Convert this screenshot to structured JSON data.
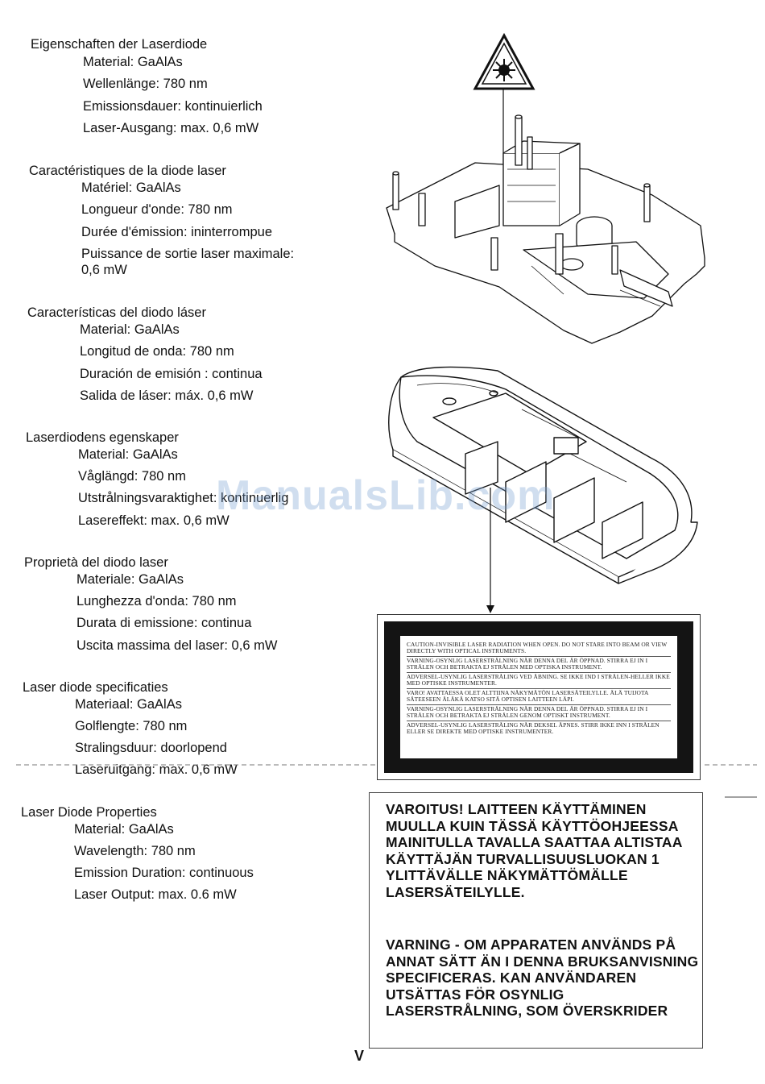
{
  "sections": [
    {
      "title": "Eigenschaften der Laserdiode",
      "lines": [
        "Material: GaAlAs",
        "Wellenlänge: 780 nm",
        "Emissionsdauer: kontinuierlich",
        "Laser-Ausgang: max. 0,6 mW"
      ]
    },
    {
      "title": "Caractéristiques de la diode laser",
      "lines": [
        "Matériel: GaAlAs",
        "Longueur d'onde: 780 nm",
        "Durée d'émission: ininterrompue",
        "Puissance de sortie laser maximale:",
        "0,6 mW"
      ]
    },
    {
      "title": "Características del diodo láser",
      "lines": [
        "Material: GaAlAs",
        "Longitud de onda: 780 nm",
        "Duración de emisión : continua",
        "Salida de láser: máx. 0,6 mW"
      ]
    },
    {
      "title": "Laserdiodens egenskaper",
      "lines": [
        "Material: GaAlAs",
        "Våglängd: 780 nm",
        "Utstrålningsvaraktighet: kontinuerlig",
        "Lasereffekt: max. 0,6 mW"
      ]
    },
    {
      "title": "Proprietà del diodo laser",
      "lines": [
        "Materiale: GaAlAs",
        "Lunghezza d'onda: 780 nm",
        "Durata di emissione: continua",
        "Uscita massima del laser: 0,6 mW"
      ]
    },
    {
      "title": "Laser diode specificaties",
      "lines": [
        "Materiaal: GaAlAs",
        "Golflengte: 780 nm",
        "Stralingsduur: doorlopend",
        "Laseruitgang: max. 0,6 mW"
      ]
    },
    {
      "title": "Laser Diode Properties",
      "lines": [
        "Material: GaAlAs",
        "Wavelength: 780 nm",
        "Emission Duration: continuous",
        "Laser Output: max. 0.6 mW"
      ]
    }
  ],
  "caution_label": {
    "lines": [
      "CAUTION-INVISIBLE LASER RADIATION WHEN OPEN. DO NOT STARE INTO BEAM OR VIEW DIRECTLY WITH OPTICAL INSTRUMENTS.",
      "VARNING-OSYNLIG LASERSTRÅLNING NÄR DENNA DEL ÄR ÖPPNAD. STIRRA EJ IN I STRÅLEN OCH BETRAKTA EJ STRÅLEN MED OPTISKA INSTRUMENT.",
      "ADVERSEL-USYNLIG LASERSTRÅLING VED ÅBNING. SE IKKE IND I STRÅLEN-HELLER IKKE MED OPTISKE INSTRUMENTER.",
      "VARO! AVATTAESSA OLET ALTTIINA NÄKYMÄTÖN LASERSÄTEILYLLE. ÄLÄ TUIJOTA SÄTEESEEN ÄLÄKÄ KATSO SITÄ OPTISEN LAITTEEN LÄPI.",
      "VARNING-OSYNLIG LASERSTRÅLNING NÄR DENNA DEL ÄR ÖPPNAD. STIRRA EJ IN I STRÅLEN OCH BETRAKTA EJ STRÅLEN GENOM OPTISKT INSTRUMENT.",
      "ADVERSEL-USYNLIG LASERSTRÅLING NÅR DEKSEL ÅPNES. STIRR IKKE INN I STRÅLEN ELLER SE DIREKTE MED OPTISKE INSTRUMENTER."
    ]
  },
  "warnings": {
    "finnish": "VAROITUS! LAITTEEN KÄYTTÄMINEN MUULLA KUIN TÄSSÄ KÄYTTÖOHJEESSA MAINITULLA TAVALLA SAATTAA ALTISTAA KÄYTTÄJÄN TURVALLISUUSLUOKAN 1 YLITTÄVÄLLE NÄKYMÄTTÖMÄLLE LASERSÄTEILYLLE.",
    "swedish": "VARNING - OM APPARATEN ANVÄNDS PÅ ANNAT SÄTT ÄN I DENNA BRUKSANVISNING SPECIFICERAS. KAN ANVÄNDAREN UTSÄTTAS FÖR OSYNLIG LASERSTRÅLNING, SOM ÖVERSKRIDER"
  },
  "watermark": "ManualsLib.com",
  "page_number": "V",
  "colors": {
    "ink": "#111111",
    "label_black": "#141414",
    "watermark": "#78a0d2"
  }
}
